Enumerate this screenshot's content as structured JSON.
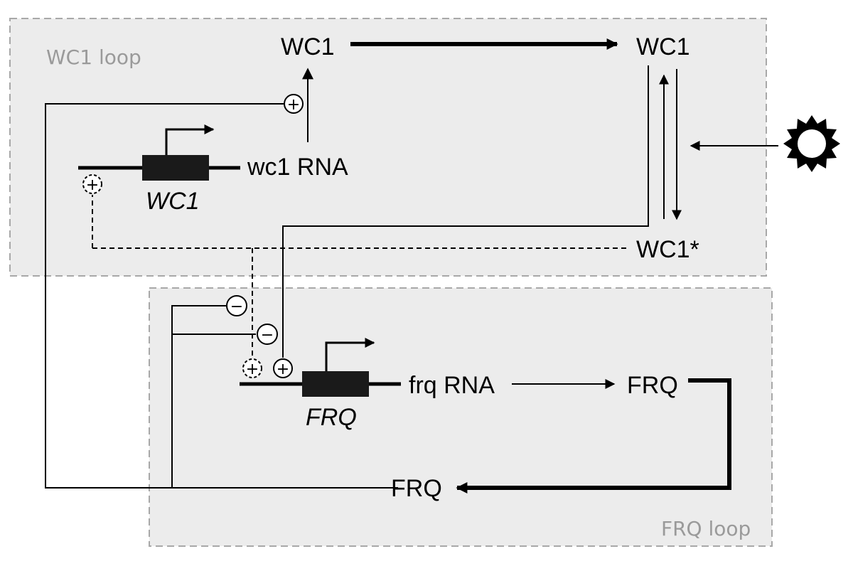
{
  "regions": {
    "wc1_loop_label": "WC1 loop",
    "frq_loop_label": "FRQ loop"
  },
  "nodes": {
    "wc1_top_left": "WC1",
    "wc1_top_right": "WC1",
    "wc1_star": "WC1*",
    "wc1_rna": "wc1 RNA",
    "wc1_gene": "WC1",
    "frq_rna": "frq RNA",
    "frq_gene": "FRQ",
    "frq_protein_right": "FRQ",
    "frq_protein_bottom": "FRQ"
  },
  "regulation_signs": {
    "plus": "+",
    "minus": "−"
  },
  "icons": {
    "light": "sun-icon"
  },
  "colors": {
    "panel_fill": "#ececec",
    "panel_border": "#a8a8a8",
    "line": "#000000"
  }
}
